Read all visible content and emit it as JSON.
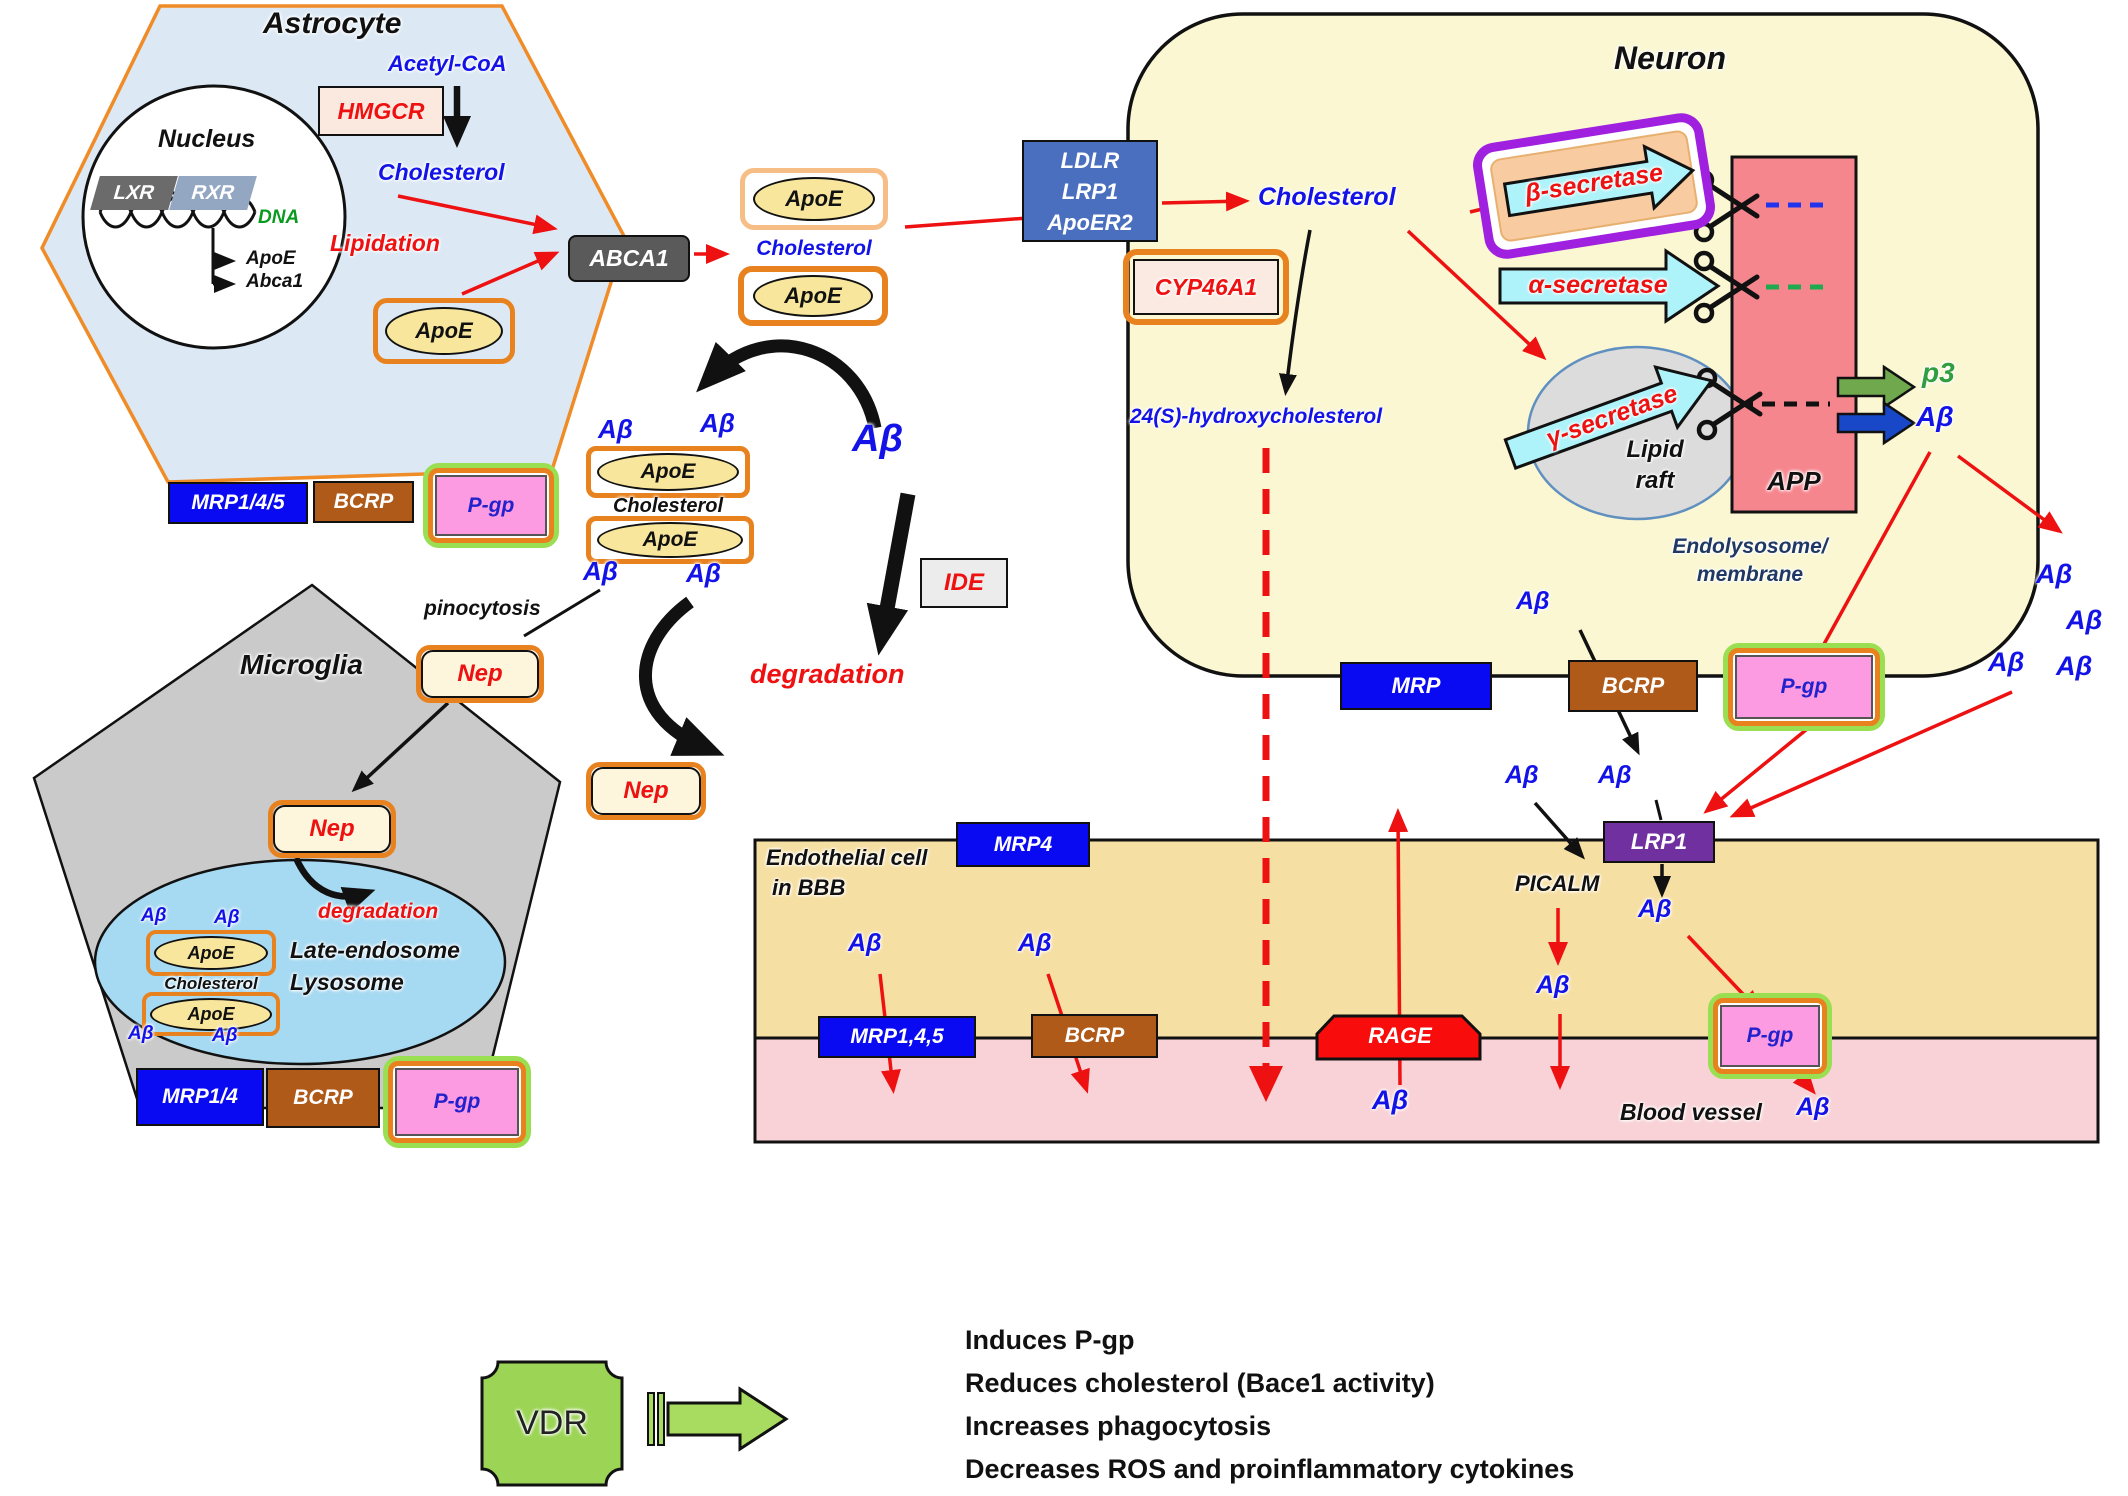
{
  "labels": {
    "apoe": "ApoE",
    "abeta": "Aβ",
    "cholesterol": "Cholesterol",
    "pgp": "P-gp",
    "bcrp": "BCRP",
    "nep": "Nep",
    "degradation": "degradation"
  },
  "astrocyte": {
    "title": "Astrocyte",
    "nucleus": "Nucleus",
    "lxr": "LXR",
    "rxr": "RXR",
    "dna": "DNA",
    "gene_apoe": "ApoE",
    "gene_abca1": "Abca1",
    "acetyl_coa": "Acetyl-CoA",
    "hmgcr": "HMGCR",
    "lipidation": "Lipidation",
    "abca1": "ABCA1",
    "mrp": "MRP1/4/5"
  },
  "middle": {
    "ide": "IDE",
    "pinocytosis": "pinocytosis"
  },
  "microglia": {
    "title": "Microglia",
    "late_endosome": "Late-endosome",
    "lysosome": "Lysosome",
    "mrp": "MRP1/4"
  },
  "neuron": {
    "title": "Neuron",
    "receptors": [
      "LDLR",
      "LRP1",
      "ApoER2"
    ],
    "cyp46a1": "CYP46A1",
    "oh_cholesterol": "24(S)-hydroxycholesterol",
    "beta_secretase": "β-secretase",
    "alpha_secretase": "α-secretase",
    "gamma_secretase": "γ-secretase",
    "lipid": "Lipid",
    "raft": "raft",
    "app": "APP",
    "p3": "p3",
    "endolysosome": "Endolysosome/",
    "membrane": "membrane",
    "mrp": "MRP"
  },
  "bbb": {
    "endothelial_line1": "Endothelial cell",
    "endothelial_line2": "in BBB",
    "mrp4": "MRP4",
    "mrp145": "MRP1,4,5",
    "rage": "RAGE",
    "picalm": "PICALM",
    "lrp1": "LRP1",
    "blood_vessel": "Blood vessel"
  },
  "vdr": {
    "label": "VDR",
    "effects": [
      "Induces P-gp",
      "Reduces cholesterol (Bace1 activity)",
      "Increases phagocytosis",
      "Decreases ROS and  proinflammatory cytokines"
    ]
  },
  "colors": {
    "astrocyte_fill": "#dce9f5",
    "astrocyte_border": "#f08c28",
    "neuron_fill": "#faf7d2",
    "microglia_fill": "#cacaca",
    "endosome_fill": "#a6d9f2",
    "endothelial_fill": "#f6dfa2",
    "blood_vessel_fill": "#f8d2d6",
    "apoe_fill": "#f7e69c",
    "orange_border": "#e8821e",
    "green_border": "#9ade52",
    "pgp_pink": "#fc9ae2",
    "mrp_blue": "#0a0af2",
    "bcrp_brown": "#b05a1a",
    "lrp1_purple": "#7030a0",
    "rage_red": "#f80c0c",
    "app_salmon": "#f5868e",
    "secretase_cyan": "#aef2fa",
    "beta_outline_purple": "#a020e0",
    "vdr_green": "#9cd455",
    "arrow_red": "#ee1111",
    "abeta_blue": "#1313e8"
  }
}
